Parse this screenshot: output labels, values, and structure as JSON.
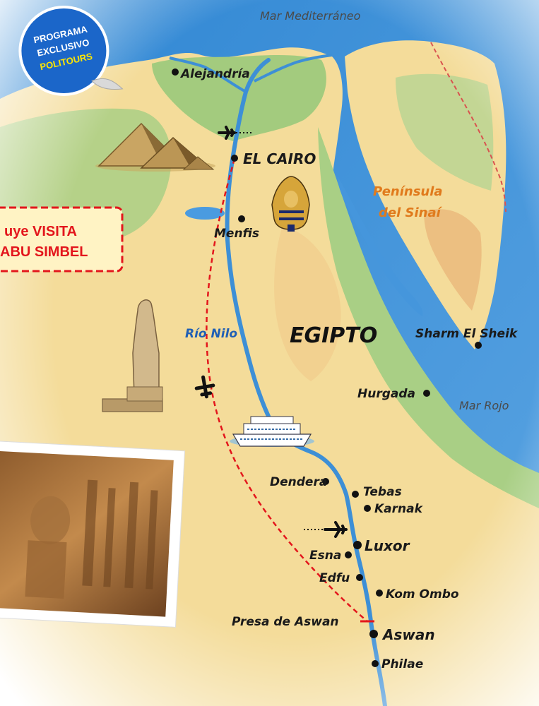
{
  "badge": {
    "line1": "PROGRAMA",
    "line2": "EXCLUSIVO",
    "line3": "POLITOURS"
  },
  "promo": {
    "line1": "uye VISITA",
    "line2": "ABU SIMBEL"
  },
  "seas": {
    "north": "Mar Mediterráneo",
    "east": "Mar Rojo"
  },
  "country": "EGIPTO",
  "river": "Río Nilo",
  "region": {
    "line1": "Península",
    "line2": "del Sinaí"
  },
  "cities": {
    "alejandria": "Alejandría",
    "cairo": "EL CAIRO",
    "menfis": "Menfis",
    "sharm": "Sharm El Sheik",
    "hurgada": "Hurgada",
    "dendera": "Dendera",
    "tebas": "Tebas",
    "karnak": "Karnak",
    "luxor": "Luxor",
    "esna": "Esna",
    "edfu": "Edfu",
    "kom_ombo": "Kom Ombo",
    "presa": "Presa de Aswan",
    "aswan": "Aswan",
    "philae": "Philae"
  },
  "colors": {
    "sea": "#3d8fd6",
    "land": "#f4dc9a",
    "green": "#9cc47c",
    "route": "#e3161c",
    "badge_blue": "#1b66c9",
    "badge_yellow": "#ffe600",
    "region_orange": "#e07a1c"
  },
  "icons": [
    "pyramids-icon",
    "pharaoh-mask-icon",
    "colossus-statue-icon",
    "cruise-ship-icon",
    "airplane-icon",
    "temple-photo"
  ]
}
